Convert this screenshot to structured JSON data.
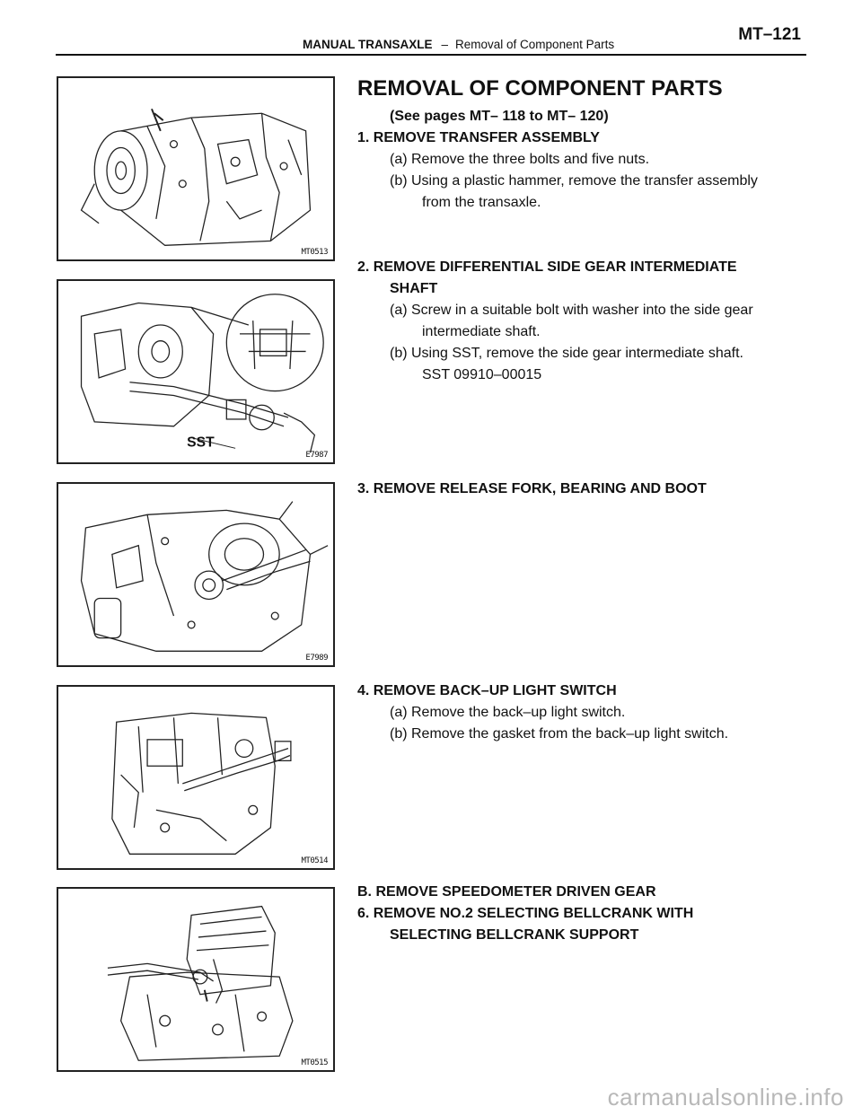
{
  "header": {
    "section": "MANUAL TRANSAXLE",
    "separator": "–",
    "subsection": "Removal of Component Parts",
    "page_number": "MT–121"
  },
  "main": {
    "title": "REMOVAL OF COMPONENT PARTS",
    "subtitle": "(See pages MT– 118 to MT– 120)",
    "steps": [
      {
        "heading": "1. REMOVE TRANSFER ASSEMBLY",
        "lines": [
          "(a) Remove the three bolts and five nuts.",
          "(b) Using a plastic hammer, remove the transfer assembly",
          "from the transaxle."
        ]
      },
      {
        "heading": "2. REMOVE DIFFERENTIAL SIDE GEAR INTERMEDIATE",
        "heading_cont": "SHAFT",
        "lines": [
          "(a) Screw in a suitable bolt with washer into the side gear",
          "intermediate shaft.",
          "(b) Using SST, remove the side gear intermediate shaft.",
          "SST 09910–00015"
        ]
      },
      {
        "heading": "3. REMOVE RELEASE FORK, BEARING AND BOOT"
      },
      {
        "heading": "4. REMOVE BACK–UP LIGHT SWITCH",
        "lines": [
          "(a) Remove the back–up light switch.",
          "(b) Remove the gasket from the back–up light switch."
        ]
      },
      {
        "heading": "B. REMOVE SPEEDOMETER DRIVEN GEAR"
      },
      {
        "heading": "6. REMOVE NO.2 SELECTING BELLCRANK WITH",
        "heading_cont": "SELECTING BELLCRANK SUPPORT"
      }
    ]
  },
  "figures": [
    {
      "code": "MT0513"
    },
    {
      "code": "E7987",
      "label": "SST"
    },
    {
      "code": "E7989"
    },
    {
      "code": "MT0514"
    },
    {
      "code": "MT0515"
    }
  ],
  "watermark": "carmanualsonline.info"
}
